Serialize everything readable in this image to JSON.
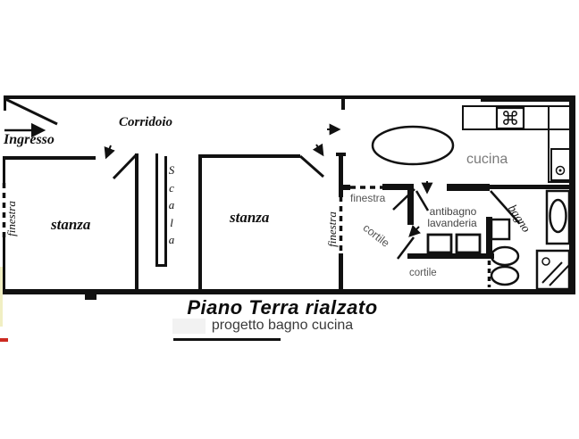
{
  "floorplan": {
    "title": "Piano Terra rialzato",
    "subtitle": "progetto bagno cucina",
    "rooms": {
      "ingresso": "Ingresso",
      "corridoio": "Corridoio",
      "stanza_left": "stanza",
      "stanza_center": "stanza",
      "cucina": "cucina",
      "bagno": "bagno",
      "antibagno_line1": "antibagno",
      "antibagno_line2": "lavanderia",
      "cortile_passage": "cortile",
      "cortile_lower": "cortile"
    },
    "stairs": {
      "scala_letters": [
        "S",
        "c",
        "a",
        "l",
        "a"
      ]
    },
    "windows": {
      "finestra_left": "finestra",
      "finestra_center_vertical": "finestra",
      "finestra_center_horizontal": "finestra"
    },
    "icons": {
      "stove_glyph": "⌘"
    },
    "colors": {
      "wall": "#111111",
      "label_gray": "#555555",
      "cucina_gray": "#7a7a7a",
      "artifact_red": "#cc2a21",
      "artifact_yellow": "#f1efc3"
    }
  }
}
